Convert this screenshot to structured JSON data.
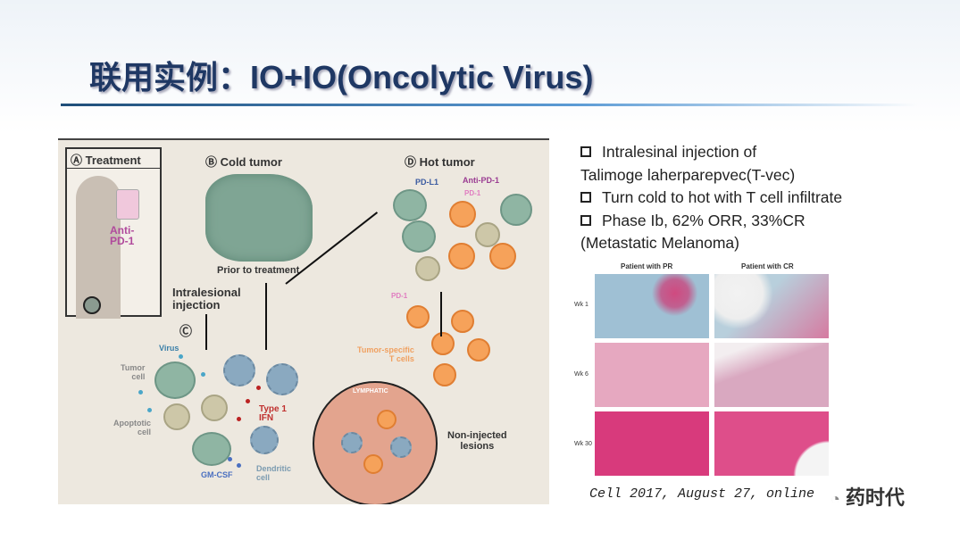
{
  "title": "联用实例：IO+IO(Oncolytic Virus)",
  "figure": {
    "panel_a": "Ⓐ Treatment",
    "anti_pd1": "Anti-\nPD-1",
    "panel_b": "Ⓑ Cold tumor",
    "prior": "Prior to treatment",
    "intralesional": "Intralesional\ninjection",
    "panel_c": "Ⓒ",
    "virus": "Virus",
    "tumor_cell": "Tumor\ncell",
    "apoptotic": "Apoptotic\ncell",
    "gmcsf": "GM-CSF",
    "dendritic": "Dendritic\ncell",
    "ifn": "Type 1\nIFN",
    "lymphatic": "LYMPHATIC",
    "panel_d": "Ⓓ Hot tumor",
    "pdl1": "PD-L1",
    "anti_pd1_d": "Anti-PD-1",
    "pd1": "PD-1",
    "pd1_b": "PD-1",
    "tcells": "Tumor-specific\nT cells",
    "noninj": "Non-injected\nlesions"
  },
  "bullets": [
    {
      "text": "Intralesinal injection of",
      "cont": "Talimoge laherparepvec(T-vec)"
    },
    {
      "text": "Turn cold to hot with T cell infiltrate"
    },
    {
      "text": "Phase Ib, 62% ORR, 33%CR",
      "cont": "(Metastatic Melanoma)"
    }
  ],
  "stain": {
    "col1": "Patient with PR",
    "col2": "Patient with CR",
    "rows": [
      "Wk 1",
      "Wk 6",
      "Wk 30"
    ]
  },
  "citation": "Cell 2017, August 27, online",
  "watermark": "药时代"
}
